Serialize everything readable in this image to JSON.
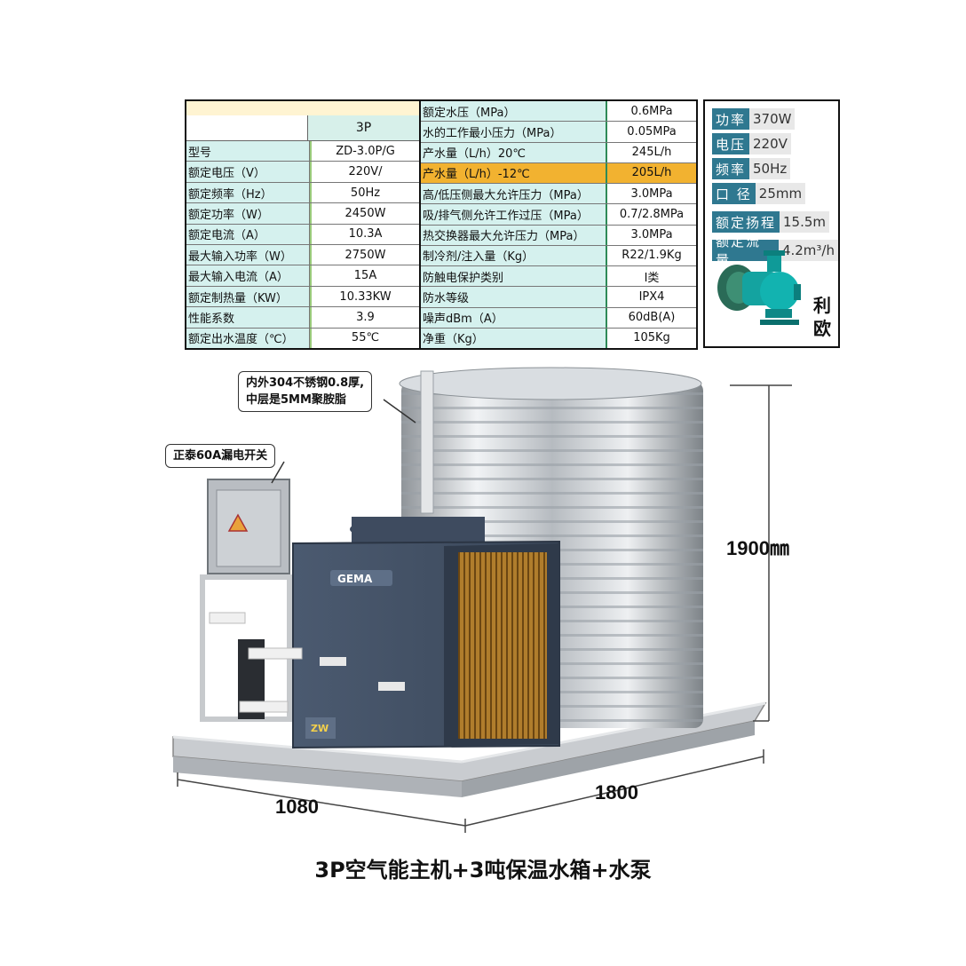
{
  "spec_table": {
    "model_header": "3P",
    "left_rows": [
      {
        "label": "型号",
        "value": "ZD-3.0P/G"
      },
      {
        "label": "额定电压（V）",
        "value": "220V/"
      },
      {
        "label": "额定频率（Hz）",
        "value": "50Hz"
      },
      {
        "label": "额定功率（W）",
        "value": "2450W"
      },
      {
        "label": "额定电流（A）",
        "value": "10.3A"
      },
      {
        "label": "最大输入功率（W）",
        "value": "2750W"
      },
      {
        "label": "最大输入电流（A）",
        "value": "15A"
      },
      {
        "label": "额定制热量（KW）",
        "value": "10.33KW"
      },
      {
        "label": "性能系数",
        "value": "3.9"
      },
      {
        "label": "额定出水温度（℃）",
        "value": "55℃"
      }
    ],
    "right_rows": [
      {
        "label": "额定水压（MPa）",
        "value": "0.6MPa"
      },
      {
        "label": "水的工作最小压力（MPa）",
        "value": "0.05MPa"
      },
      {
        "label": "产水量（L/h）20℃",
        "value": "245L/h"
      },
      {
        "label": "产水量（L/h）-12℃",
        "value": "205L/h"
      },
      {
        "label": "高/低压侧最大允许压力（MPa）",
        "value": "3.0MPa"
      },
      {
        "label": "吸/排气侧允许工作过压（MPa）",
        "value": "0.7/2.8MPa"
      },
      {
        "label": "热交换器最大允许压力（MPa）",
        "value": "3.0MPa"
      },
      {
        "label": "制冷剂/注入量（Kg）",
        "value": "R22/1.9Kg"
      },
      {
        "label": "防触电保护类别",
        "value": "I类"
      },
      {
        "label": "防水等级",
        "value": "IPX4"
      },
      {
        "label": "噪声dBm（A）",
        "value": "60dB(A)"
      },
      {
        "label": "净重（Kg）",
        "value": "105Kg"
      }
    ],
    "highlight_color": "#f2b230"
  },
  "pump": {
    "rows": [
      {
        "label": "功率",
        "value": "370W"
      },
      {
        "label": "电压",
        "value": "220V"
      },
      {
        "label": "频率",
        "value": "50Hz"
      },
      {
        "label": "口 径",
        "value": "25mm"
      },
      {
        "label": "额定扬程",
        "value": "15.5m"
      },
      {
        "label": "额定流量",
        "value": "4.2m³/h"
      }
    ],
    "brand_line1": "利",
    "brand_line2": "欧",
    "label_color": "#2f7890"
  },
  "callouts": {
    "tank": "内外304不锈钢0.8厚,\n中层是5MM聚胺脂",
    "switch": "正泰60A漏电开关"
  },
  "unit_logo": "GEMA",
  "unit_badge": "ZW",
  "dimensions": {
    "height": "1900㎜",
    "width": "1080",
    "length": "1800"
  },
  "caption": "3P空气能主机+3吨保温水箱+水泵"
}
